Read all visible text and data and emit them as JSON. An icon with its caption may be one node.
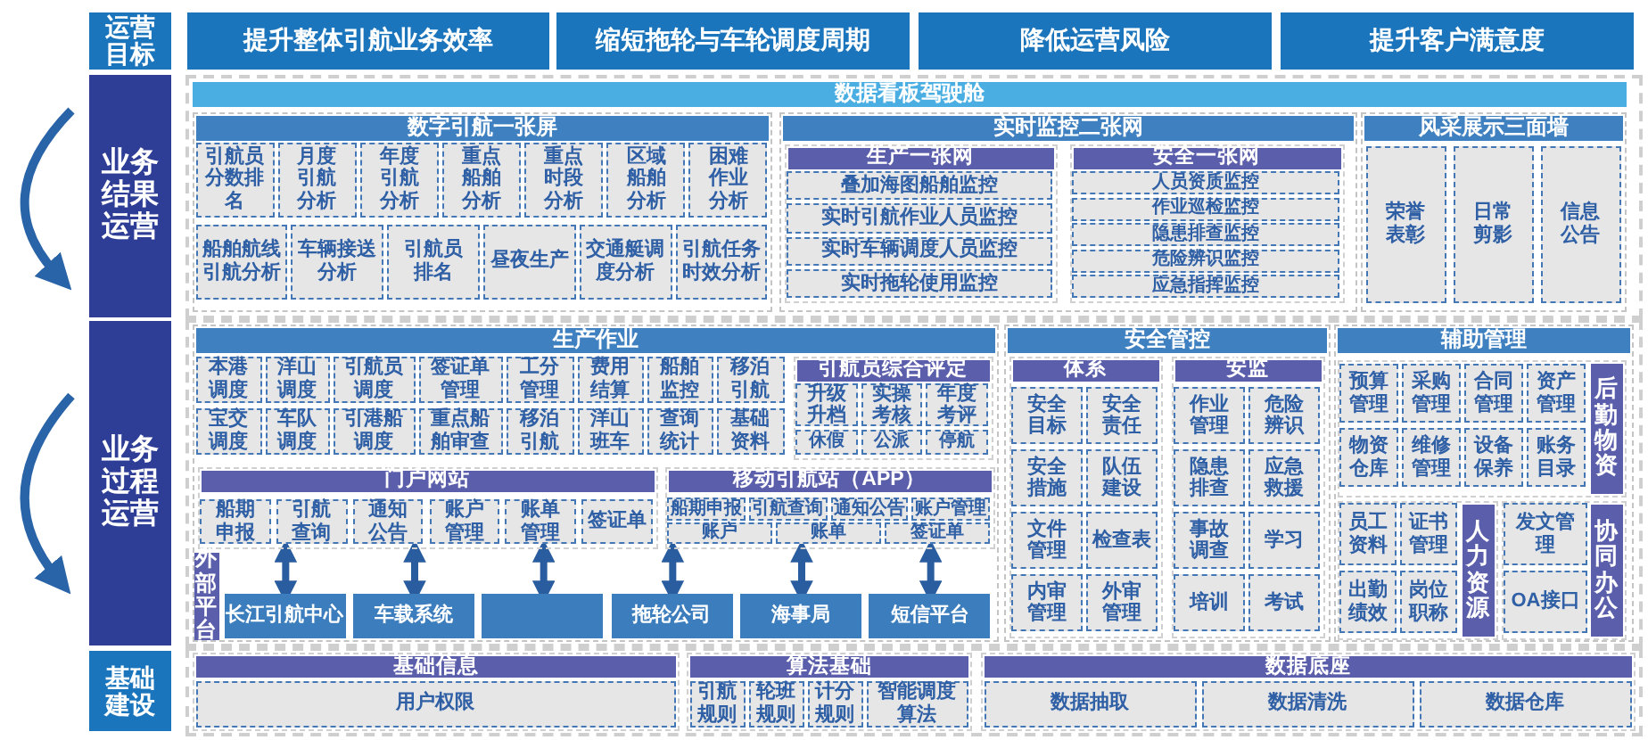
{
  "diagram": {
    "nodes": [
      {
        "text": [
          "运营目标"
        ]
      },
      {
        "text": [
          "提升整体引航业务效率"
        ]
      },
      {
        "text": [
          "缩短拖轮与车轮调度周期"
        ]
      },
      {
        "text": [
          "降低运营风险"
        ]
      },
      {
        "text": [
          "提升客户满意度"
        ]
      },
      {
        "text": [
          "业务结果运营"
        ]
      },
      {
        "text": [
          "数据看板驾驶舱"
        ]
      },
      {
        "text": [
          "数字引航一张屏"
        ]
      },
      {
        "text": [
          "引航员分数排名"
        ],
        "in": 7
      },
      {
        "text": [
          "月度引航分析"
        ],
        "in": 7
      },
      {
        "text": [
          "年度引航分析"
        ],
        "in": 7
      },
      {
        "text": [
          "重点船舶分析"
        ],
        "in": 7
      },
      {
        "text": [
          "重点时段分析"
        ],
        "in": 7
      },
      {
        "text": [
          "区域船舶分析"
        ],
        "in": 7
      },
      {
        "text": [
          "困难作业分析"
        ],
        "in": 7
      },
      {
        "text": [
          "船舶航线引航分析"
        ],
        "in": 7
      },
      {
        "text": [
          "车辆接送分析"
        ],
        "in": 7
      },
      {
        "text": [
          "引航员排名"
        ],
        "in": 7
      },
      {
        "text": [
          "昼夜生产"
        ],
        "in": 7
      },
      {
        "text": [
          "交通艇调度分析"
        ],
        "in": 7
      },
      {
        "text": [
          "引航任务时效分析"
        ],
        "in": 7
      },
      {
        "text": [
          "实时监控二张网"
        ]
      },
      {
        "text": [
          "生产一张网"
        ],
        "in": 21
      },
      {
        "text": [
          "叠加海图船舶监控"
        ],
        "in": 22
      },
      {
        "text": [
          "实时引航作业人员监控"
        ],
        "in": 22
      },
      {
        "text": [
          "实时车辆调度人员监控"
        ],
        "in": 22
      },
      {
        "text": [
          "实时拖轮使用监控"
        ],
        "in": 22
      },
      {
        "text": [
          "安全一张网"
        ],
        "in": 21
      },
      {
        "text": [
          "人员资质监控"
        ],
        "in": 27
      },
      {
        "text": [
          "作业巡检监控"
        ],
        "in": 27
      },
      {
        "text": [
          "隐患排查监控"
        ],
        "in": 27
      },
      {
        "text": [
          "危险辨识监控"
        ],
        "in": 27
      },
      {
        "text": [
          "应急指挥监控"
        ],
        "in": 27
      },
      {
        "text": [
          "风采展示三面墙"
        ]
      },
      {
        "text": [
          "荣誉表彰"
        ],
        "in": 33
      },
      {
        "text": [
          "日常剪影"
        ],
        "in": 33
      },
      {
        "text": [
          "信息公告"
        ],
        "in": 33
      },
      {
        "text": [
          "业务过程运营"
        ]
      },
      {
        "text": [
          "生产作业"
        ]
      },
      {
        "text": [
          "本港调度"
        ],
        "in": 38
      },
      {
        "text": [
          "洋山调度"
        ],
        "in": 38
      },
      {
        "text": [
          "引航员调度"
        ],
        "in": 38
      },
      {
        "text": [
          "签证单管理"
        ],
        "in": 38
      },
      {
        "text": [
          "工分管理"
        ],
        "in": 38
      },
      {
        "text": [
          "费用结算"
        ],
        "in": 38
      },
      {
        "text": [
          "船舶监控"
        ],
        "in": 38
      },
      {
        "text": [
          "移泊引航"
        ],
        "in": 38
      },
      {
        "text": [
          "宝交调度"
        ],
        "in": 38
      },
      {
        "text": [
          "车队调度"
        ],
        "in": 38
      },
      {
        "text": [
          "引港船调度"
        ],
        "in": 38
      },
      {
        "text": [
          "重点船舶审查"
        ],
        "in": 38
      },
      {
        "text": [
          "移泊引航"
        ],
        "in": 38
      },
      {
        "text": [
          "洋山班车"
        ],
        "in": 38
      },
      {
        "text": [
          "查询统计"
        ],
        "in": 38
      },
      {
        "text": [
          "基础资料"
        ],
        "in": 38
      },
      {
        "text": [
          "引航员综合评定"
        ],
        "in": 38
      },
      {
        "text": [
          "升级升档"
        ],
        "in": 55
      },
      {
        "text": [
          "实操考核"
        ],
        "in": 55
      },
      {
        "text": [
          "年度考评"
        ],
        "in": 55
      },
      {
        "text": [
          "休假"
        ],
        "in": 55
      },
      {
        "text": [
          "公派"
        ],
        "in": 55
      },
      {
        "text": [
          "停航"
        ],
        "in": 55
      },
      {
        "text": [
          "门户网站"
        ],
        "in": 38
      },
      {
        "text": [
          "船期申报"
        ],
        "in": 62
      },
      {
        "text": [
          "引航查询"
        ],
        "in": 62
      },
      {
        "text": [
          "通知公告"
        ],
        "in": 62
      },
      {
        "text": [
          "账户管理"
        ],
        "in": 62
      },
      {
        "text": [
          "账单管理"
        ],
        "in": 62
      },
      {
        "text": [
          "签证单"
        ],
        "in": 62
      },
      {
        "text": [
          "移动引航站（APP）"
        ],
        "in": 38
      },
      {
        "text": [
          "船期申报"
        ],
        "in": 69
      },
      {
        "text": [
          "引航查询"
        ],
        "in": 69
      },
      {
        "text": [
          "通知公告"
        ],
        "in": 69
      },
      {
        "text": [
          "账户管理"
        ],
        "in": 69
      },
      {
        "text": [
          "账户"
        ],
        "in": 69
      },
      {
        "text": [
          "账单"
        ],
        "in": 69
      },
      {
        "text": [
          "签证单"
        ],
        "in": 69
      },
      {
        "text": [
          "外部平台"
        ],
        "in": 38
      },
      {
        "text": [
          "长江引航中心"
        ],
        "in": 38
      },
      {
        "text": [
          "车载系统"
        ],
        "in": 38
      },
      {
        "text": [],
        "shape": "box",
        "in": 38
      },
      {
        "text": [
          "拖轮公司"
        ],
        "in": 38
      },
      {
        "text": [
          "海事局"
        ],
        "in": 38
      },
      {
        "text": [
          "短信平台"
        ],
        "in": 38
      },
      {
        "text": [
          "安全管控"
        ]
      },
      {
        "text": [
          "体系"
        ],
        "in": 84
      },
      {
        "text": [
          "安全目标"
        ],
        "in": 85
      },
      {
        "text": [
          "安全责任"
        ],
        "in": 85
      },
      {
        "text": [
          "安全措施"
        ],
        "in": 85
      },
      {
        "text": [
          "队伍建设"
        ],
        "in": 85
      },
      {
        "text": [
          "文件管理"
        ],
        "in": 85
      },
      {
        "text": [
          "检查表"
        ],
        "in": 85
      },
      {
        "text": [
          "内审管理"
        ],
        "in": 85
      },
      {
        "text": [
          "外审管理"
        ],
        "in": 85
      },
      {
        "text": [
          "安监"
        ],
        "in": 84
      },
      {
        "text": [
          "作业管理"
        ],
        "in": 94
      },
      {
        "text": [
          "危险辨识"
        ],
        "in": 94
      },
      {
        "text": [
          "隐患排查"
        ],
        "in": 94
      },
      {
        "text": [
          "应急救援"
        ],
        "in": 94
      },
      {
        "text": [
          "事故调查"
        ],
        "in": 94
      },
      {
        "text": [
          "学习"
        ],
        "in": 94
      },
      {
        "text": [
          "培训"
        ],
        "in": 94
      },
      {
        "text": [
          "考试"
        ],
        "in": 94
      },
      {
        "text": [
          "辅助管理"
        ]
      },
      {
        "text": [
          "后勤物资"
        ],
        "in": 103
      },
      {
        "text": [
          "预算管理"
        ],
        "in": 104
      },
      {
        "text": [
          "采购管理"
        ],
        "in": 104
      },
      {
        "text": [
          "合同管理"
        ],
        "in": 104
      },
      {
        "text": [
          "资产管理"
        ],
        "in": 104
      },
      {
        "text": [
          "物资仓库"
        ],
        "in": 104
      },
      {
        "text": [
          "维修管理"
        ],
        "in": 104
      },
      {
        "text": [
          "设备保养"
        ],
        "in": 104
      },
      {
        "text": [
          "账务目录"
        ],
        "in": 104
      },
      {
        "text": [
          "人力资源"
        ],
        "in": 103
      },
      {
        "text": [
          "员工资料"
        ],
        "in": 113
      },
      {
        "text": [
          "证书管理"
        ],
        "in": 113
      },
      {
        "text": [
          "出勤绩效"
        ],
        "in": 113
      },
      {
        "text": [
          "岗位职称"
        ],
        "in": 113
      },
      {
        "text": [
          "协同办公"
        ],
        "in": 103
      },
      {
        "text": [
          "发文管理"
        ],
        "in": 118
      },
      {
        "text": [
          "OA接口"
        ],
        "in": 118
      },
      {
        "text": [
          "基础建设"
        ]
      },
      {
        "text": [
          "基础信息"
        ]
      },
      {
        "text": [
          "用户权限"
        ],
        "in": 122
      },
      {
        "text": [
          "算法基础"
        ]
      },
      {
        "text": [
          "引航规则"
        ],
        "in": 124
      },
      {
        "text": [
          "轮班规则"
        ],
        "in": 124
      },
      {
        "text": [
          "计分规则"
        ],
        "in": 124
      },
      {
        "text": [
          "智能调度算法"
        ],
        "in": 124
      },
      {
        "text": [
          "数据底座"
        ]
      },
      {
        "text": [
          "数据抽取"
        ],
        "in": 129
      },
      {
        "text": [
          "数据清洗"
        ],
        "in": 129
      },
      {
        "text": [
          "数据仓库"
        ],
        "in": 129
      }
    ],
    "edges": [
      {
        "from": 62,
        "to": 78,
        "arrow": "both"
      },
      {
        "from": 62,
        "to": 79,
        "arrow": "both"
      },
      {
        "from": 62,
        "to": 80,
        "arrow": "both"
      },
      {
        "from": 62,
        "to": 81,
        "arrow": "both"
      },
      {
        "from": 69,
        "to": 82,
        "arrow": "both"
      },
      {
        "from": 69,
        "to": 83,
        "arrow": "both"
      }
    ]
  }
}
